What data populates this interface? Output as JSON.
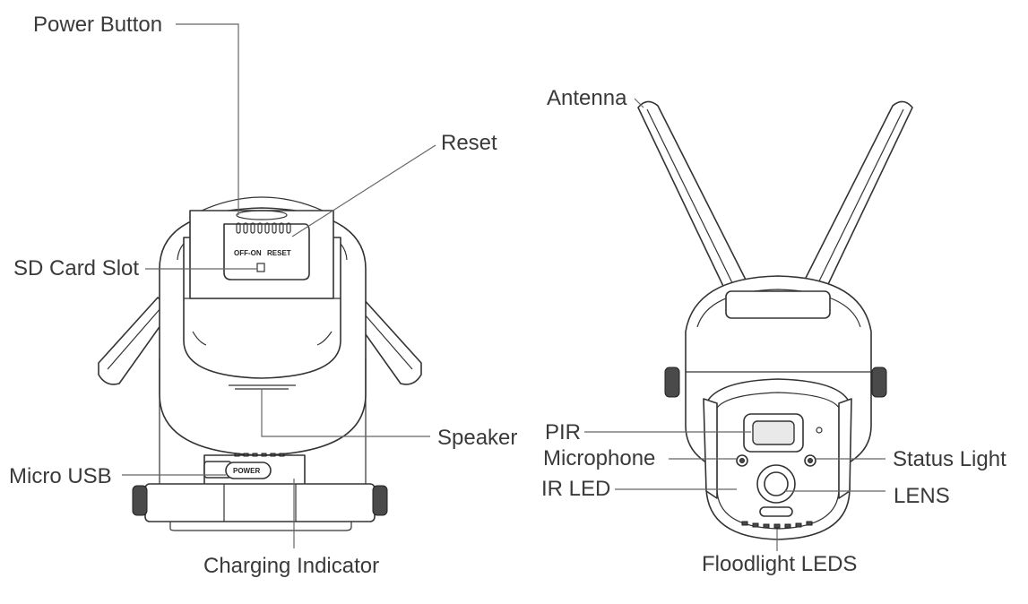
{
  "left_view": {
    "labels": {
      "power_button": "Power Button",
      "reset": "Reset",
      "sd_card_slot": "SD Card Slot",
      "speaker": "Speaker",
      "micro_usb": "Micro USB",
      "charging_indicator": "Charging Indicator"
    },
    "device_text": {
      "off_on": "OFF-ON",
      "reset": "RESET",
      "power": "POWER"
    }
  },
  "right_view": {
    "labels": {
      "antenna": "Antenna",
      "pir": "PIR",
      "microphone": "Microphone",
      "ir_led": "IR LED",
      "status_light": "Status Light",
      "lens": "LENS",
      "floodlight_leds": "Floodlight LEDS"
    }
  }
}
